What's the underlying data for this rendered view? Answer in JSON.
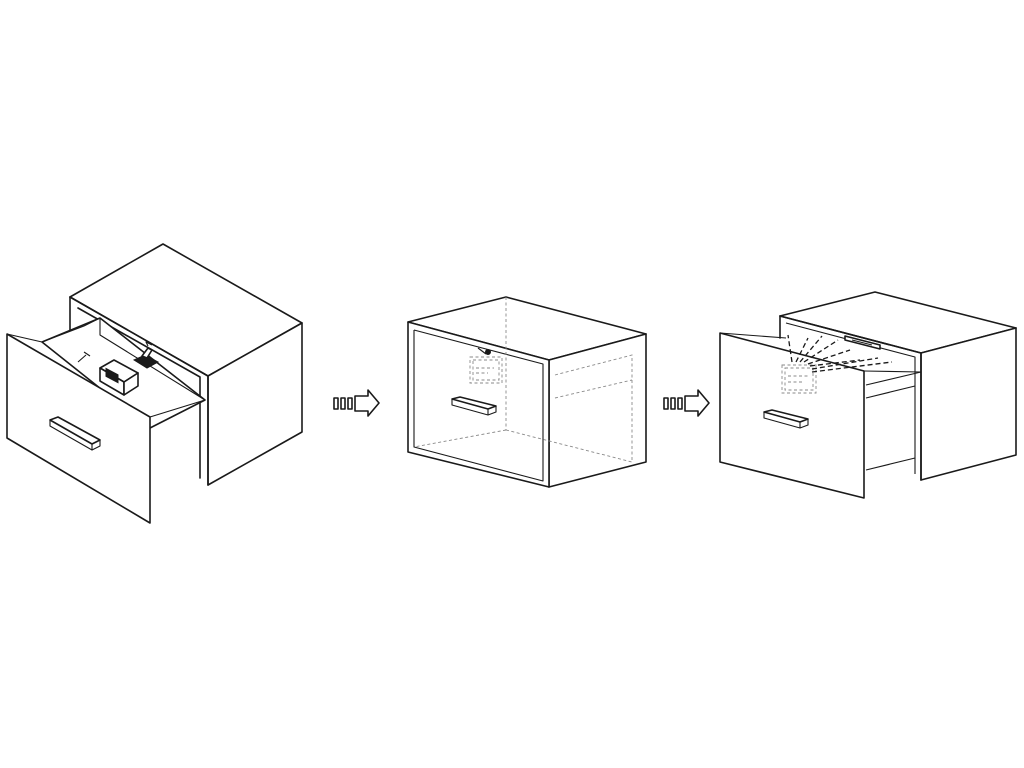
{
  "figure": {
    "steps": [
      {
        "id": "step-1",
        "description_visible": ""
      },
      {
        "id": "step-2",
        "description_visible": ""
      },
      {
        "id": "step-3",
        "description_visible": ""
      }
    ],
    "colors": {
      "line": "#1a1a1a",
      "hidden_line": "#8a8a8a",
      "background": "#ffffff"
    },
    "icons": [
      "drawer-cabinet-open-icon",
      "lock-module-icon",
      "arrow-right-icon",
      "drawer-cabinet-closed-icon",
      "signal-rays-icon"
    ]
  }
}
